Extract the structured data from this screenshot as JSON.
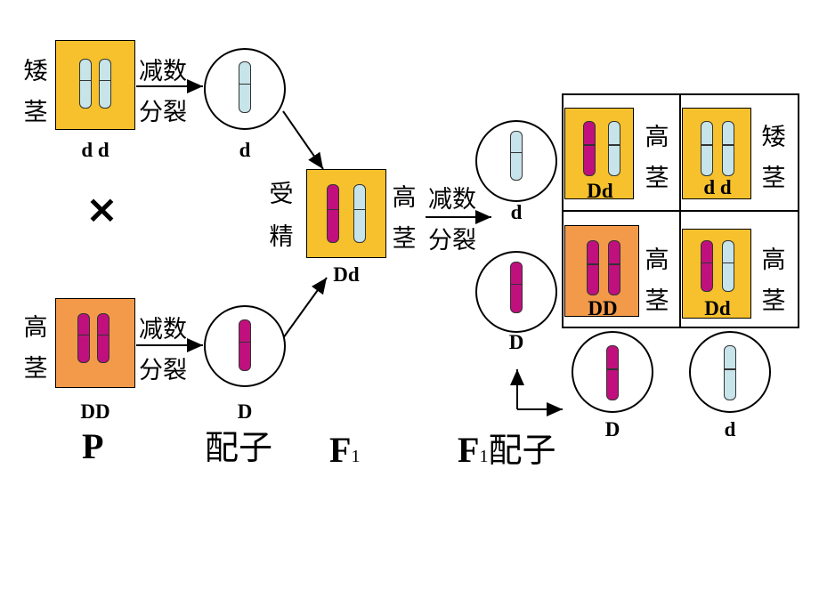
{
  "colors": {
    "yellow_box": "#f6c12c",
    "orange_box": "#f39a4a",
    "light_chromosome": "#c6e4ea",
    "dark_chromosome": "#c0107e"
  },
  "parent_dd": {
    "trait": [
      "矮",
      "茎"
    ],
    "genotype": "d d"
  },
  "parent_DD": {
    "trait": [
      "高",
      "茎"
    ],
    "genotype": "DD"
  },
  "cross_symbol": "×",
  "meiosis_label": [
    "减数",
    "分裂"
  ],
  "gamete_d": "d",
  "gamete_D": "D",
  "fertilization": [
    "受",
    "精"
  ],
  "f1": {
    "trait": [
      "高",
      "茎"
    ],
    "genotype": "Dd"
  },
  "f1_gametes": {
    "top": "d",
    "bottom": "D"
  },
  "punnett": {
    "cells": [
      {
        "genotype": "Dd",
        "trait": [
          "高",
          "茎"
        ]
      },
      {
        "genotype": "d d",
        "trait": [
          "矮",
          "茎"
        ]
      },
      {
        "genotype": "DD",
        "trait": [
          "高",
          "茎"
        ]
      },
      {
        "genotype": "Dd",
        "trait": [
          "高",
          "茎"
        ]
      }
    ],
    "column_gametes": [
      "D",
      "d"
    ]
  },
  "bottom_labels": {
    "p": "P",
    "gametes": "配子",
    "f1_main": "F",
    "f1_sub": "1",
    "f1_gametes_main": "F",
    "f1_gametes_sub": "1",
    "f1_gametes_text": "配子"
  }
}
